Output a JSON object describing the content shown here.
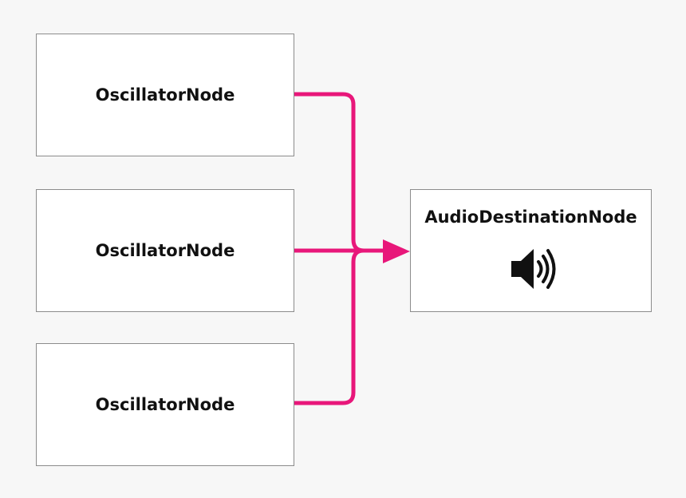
{
  "nodes": {
    "oscillators": [
      {
        "label": "OscillatorNode"
      },
      {
        "label": "OscillatorNode"
      },
      {
        "label": "OscillatorNode"
      }
    ],
    "destination": {
      "label": "AudioDestinationNode",
      "icon": "speaker-icon"
    }
  },
  "connections": [
    {
      "from": "OscillatorNode",
      "to": "AudioDestinationNode"
    },
    {
      "from": "OscillatorNode",
      "to": "AudioDestinationNode"
    },
    {
      "from": "OscillatorNode",
      "to": "AudioDestinationNode"
    }
  ],
  "colors": {
    "connector": "#e8177a",
    "node_border": "#8c8c8c",
    "node_fill": "#ffffff",
    "background": "#f7f7f7",
    "text": "#111111"
  }
}
